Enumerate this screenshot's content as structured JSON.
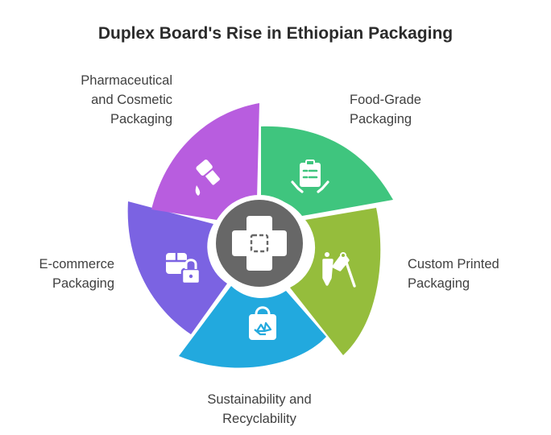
{
  "title": "Duplex Board's Rise in Ethiopian Packaging",
  "center": {
    "icon": "bandage-icon",
    "color": "#676767"
  },
  "segments": [
    {
      "id": "food",
      "lines": [
        "Food-Grade",
        "Packaging"
      ],
      "color": "#3fc57e",
      "icon": "clipboard-checklist-icon"
    },
    {
      "id": "custom",
      "lines": [
        "Custom Printed",
        "Packaging"
      ],
      "color": "#95bd3c",
      "icon": "pen-tool-icon"
    },
    {
      "id": "sustain",
      "lines": [
        "Sustainability and",
        "Recyclability"
      ],
      "color": "#22a9de",
      "icon": "recycle-bag-icon"
    },
    {
      "id": "ecom",
      "lines": [
        "E-commerce",
        "Packaging"
      ],
      "color": "#7b63e2",
      "icon": "secure-package-icon"
    },
    {
      "id": "pharma",
      "lines": [
        "Pharmaceutical",
        "and Cosmetic",
        "Packaging"
      ],
      "color": "#b85ddf",
      "icon": "dropper-bottle-icon"
    }
  ]
}
